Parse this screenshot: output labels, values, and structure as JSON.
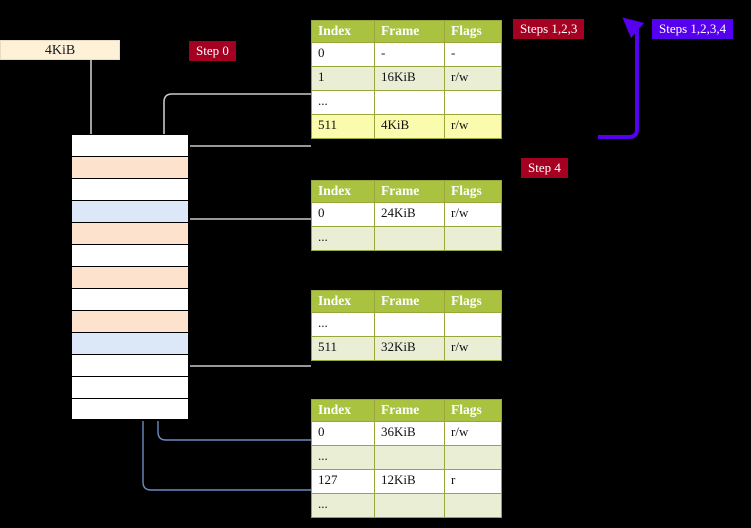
{
  "banner": {
    "label": "4KiB"
  },
  "badges": {
    "step0": "Step 0",
    "steps123": "Steps 1,2,3",
    "steps1234": "Steps 1,2,3,4",
    "step4": "Step 4"
  },
  "colors": {
    "background": "#000000",
    "table_header": "#a9c23f",
    "table_border": "#9aa63a",
    "table_alt_row": "#e9eed5",
    "highlight_cell": "#fbfbad",
    "banner_fill": "#fdf1d7",
    "badge_crimson": "#a50021",
    "badge_purple": "#5500ee",
    "memory_peach": "#fde3cd",
    "memory_blue": "#dce7f7",
    "wire_gray": "#bfbfbf",
    "wire_blue": "#5a7fbf",
    "arrow_blue": "#4b6fa8"
  },
  "tables": [
    {
      "name": "pml4-table",
      "columns": [
        "Index",
        "Frame",
        "Flags"
      ],
      "rows": [
        {
          "index": "0",
          "frame": "-",
          "flags": "-",
          "alt": false,
          "highlight": false
        },
        {
          "index": "1",
          "frame": "16KiB",
          "flags": "r/w",
          "alt": true,
          "highlight": false
        },
        {
          "index": "...",
          "frame": "",
          "flags": "",
          "alt": false,
          "highlight": false
        },
        {
          "index": "511",
          "frame": "4KiB",
          "flags": "r/w",
          "alt": true,
          "highlight": true
        }
      ]
    },
    {
      "name": "pdpt-table",
      "columns": [
        "Index",
        "Frame",
        "Flags"
      ],
      "rows": [
        {
          "index": "0",
          "frame": "24KiB",
          "flags": "r/w",
          "alt": false,
          "highlight": false
        },
        {
          "index": "...",
          "frame": "",
          "flags": "",
          "alt": true,
          "highlight": false
        }
      ]
    },
    {
      "name": "pd-table",
      "columns": [
        "Index",
        "Frame",
        "Flags"
      ],
      "rows": [
        {
          "index": "...",
          "frame": "",
          "flags": "",
          "alt": false,
          "highlight": false
        },
        {
          "index": "511",
          "frame": "32KiB",
          "flags": "r/w",
          "alt": true,
          "highlight": false
        }
      ]
    },
    {
      "name": "pt-table",
      "columns": [
        "Index",
        "Frame",
        "Flags"
      ],
      "rows": [
        {
          "index": "0",
          "frame": "36KiB",
          "flags": "r/w",
          "alt": false,
          "highlight": false
        },
        {
          "index": "...",
          "frame": "",
          "flags": "",
          "alt": true,
          "highlight": false
        },
        {
          "index": "127",
          "frame": "12KiB",
          "flags": "r",
          "alt": false,
          "highlight": false
        },
        {
          "index": "...",
          "frame": "",
          "flags": "",
          "alt": true,
          "highlight": false
        }
      ]
    }
  ],
  "memory_column": {
    "name": "physical-memory-column",
    "row_count": 13,
    "rows": [
      {
        "fill": "white"
      },
      {
        "fill": "peach"
      },
      {
        "fill": "white"
      },
      {
        "fill": "blue"
      },
      {
        "fill": "peach"
      },
      {
        "fill": "white"
      },
      {
        "fill": "peach"
      },
      {
        "fill": "white"
      },
      {
        "fill": "peach"
      },
      {
        "fill": "blue"
      },
      {
        "fill": "white"
      },
      {
        "fill": "white"
      },
      {
        "fill": "white"
      }
    ]
  }
}
